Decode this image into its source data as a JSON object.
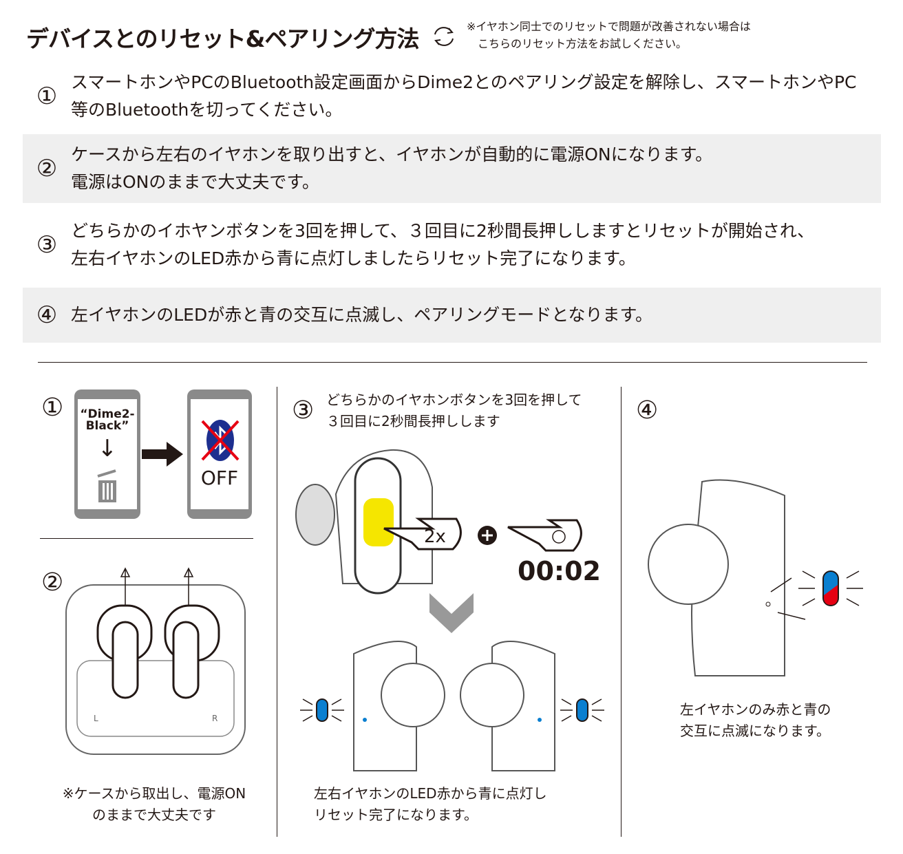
{
  "header": {
    "title": "デバイスとのリセット&ペアリング方法",
    "icon": "refresh-icon",
    "note": "※イヤホン同士でのリセットで問題が改善されない場合は\n　こちらのリセット方法をお試しください。"
  },
  "steps": [
    {
      "num": "①",
      "text": "スマートホンやPCのBluetooth設定画面からDime2とのペアリング設定を解除し、スマートホンやPC等のBluetoothを切ってください。"
    },
    {
      "num": "②",
      "text": "ケースから左右のイヤホンを取り出すと、イヤホンが自動的に電源ONになります。\n電源はONのままで大丈夫です。"
    },
    {
      "num": "③",
      "text": "どちらかのイホヤンボタンを3回を押して、３回目に2秒間長押ししますとリセットが開始され、\n左右イヤホンのLED赤から青に点灯しましたらリセット完了になります。"
    },
    {
      "num": "④",
      "text": "左イヤホンのLEDが赤と青の交互に点滅し、ペアリングモードとなります。"
    }
  ],
  "panels": {
    "p1": {
      "num": "①",
      "device": "“Dime2-\nBlack”",
      "off": "OFF"
    },
    "p2": {
      "num": "②",
      "case_l": "L",
      "case_r": "R",
      "caption": "※ケースから取出し、電源ON\nのままで大丈夫です"
    },
    "p3": {
      "num": "③",
      "instruction": "どちらかのイヤホンボタンを3回を押して\n３回目に2秒間長押しします",
      "press": "2x",
      "timer": "00:02",
      "caption": "左右イヤホンのLED赤から青に点灯し\nリセット完了になります。"
    },
    "p4": {
      "num": "④",
      "caption": "左イヤホンのみ赤と青の\n交互に点滅になります。"
    }
  },
  "colors": {
    "gray_band": "#efefef",
    "led_blue": "#0a7fd0",
    "led_red": "#e60012",
    "button_yellow": "#f5e600",
    "bt_blue": "#1d2f8f"
  }
}
